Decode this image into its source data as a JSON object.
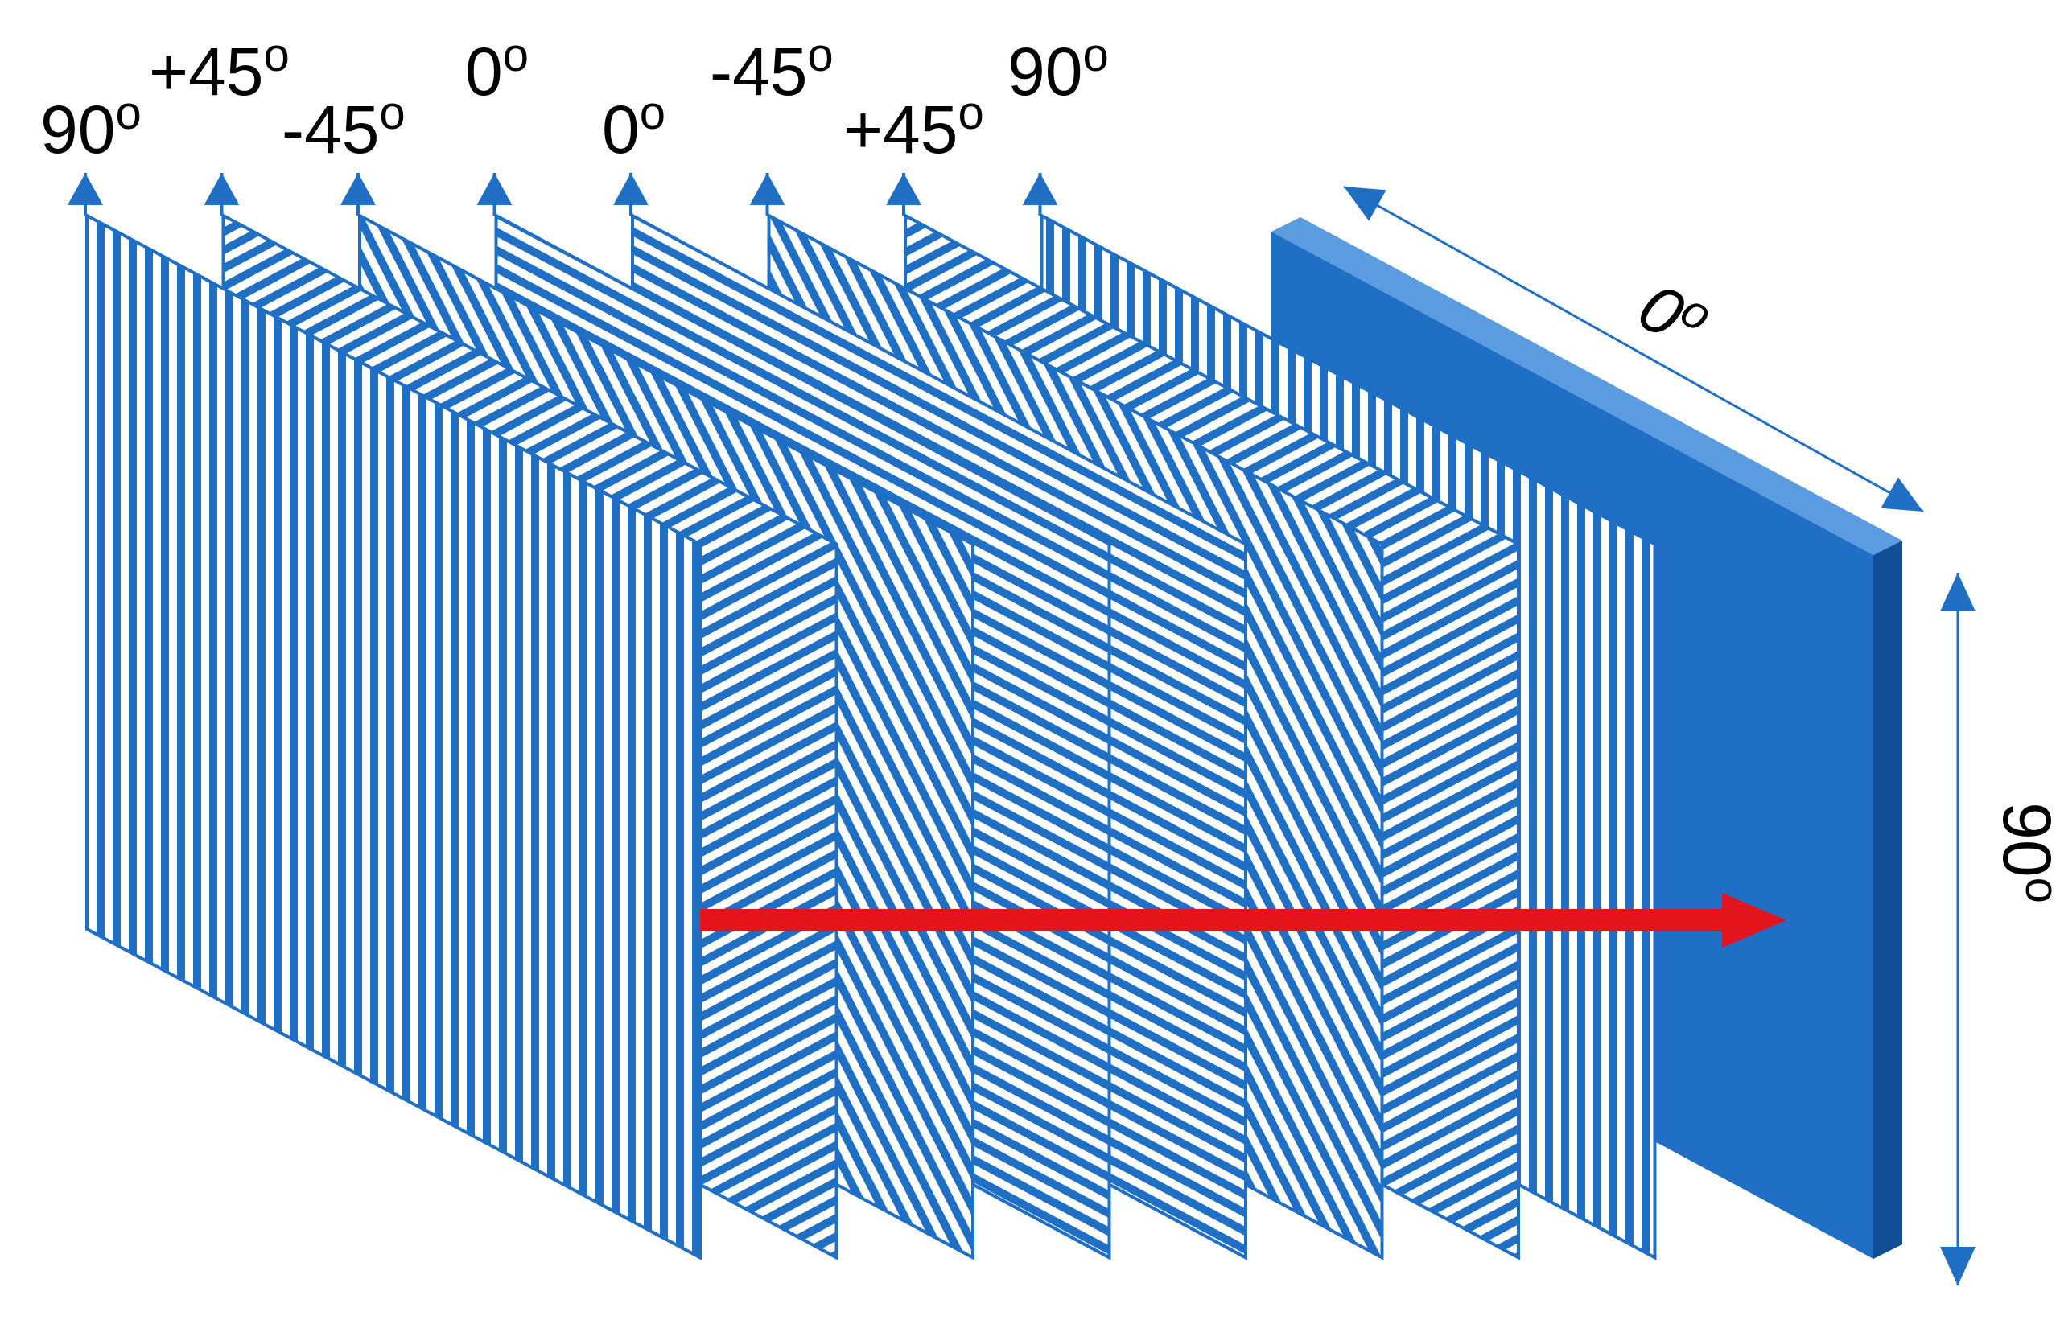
{
  "colors": {
    "fiber": "#1f6fc5",
    "panel": "#1f6fc5",
    "panel_dark": "#124e96",
    "panel_light": "#5b9be0",
    "arrow": "#e3141b",
    "background": "#ffffff"
  },
  "layers": [
    {
      "label_num": "90",
      "label_deg": "o",
      "angle": 90
    },
    {
      "label_num": "+45",
      "label_deg": "o",
      "angle": 45
    },
    {
      "label_num": "-45",
      "label_deg": "o",
      "angle": -45
    },
    {
      "label_num": "0",
      "label_deg": "o",
      "angle": 0
    },
    {
      "label_num": "0",
      "label_deg": "o",
      "angle": 0
    },
    {
      "label_num": "-45",
      "label_deg": "o",
      "angle": -45
    },
    {
      "label_num": "+45",
      "label_deg": "o",
      "angle": 45
    },
    {
      "label_num": "90",
      "label_deg": "o",
      "angle": 90
    }
  ],
  "dimensions": {
    "horizontal_num": "0",
    "horizontal_deg": "o",
    "vertical_num": "90",
    "vertical_deg": "o"
  },
  "icons": {
    "layer_arrow": "triangle-up-icon",
    "direction_arrow": "arrow-right-icon"
  }
}
